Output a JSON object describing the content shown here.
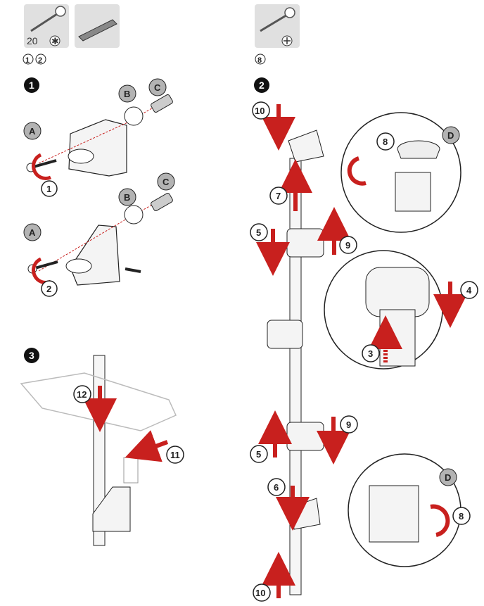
{
  "tools": {
    "left": {
      "count": "20",
      "steps": [
        "1",
        "2"
      ],
      "icons": [
        "screwdriver-torx-icon",
        "spirit-level-icon"
      ]
    },
    "right": {
      "steps": [
        "8"
      ],
      "icons": [
        "screwdriver-phillips-icon"
      ]
    }
  },
  "sections": [
    {
      "number": "1"
    },
    {
      "number": "2"
    },
    {
      "number": "3"
    }
  ],
  "section1": {
    "parts": [
      "A",
      "B",
      "C"
    ],
    "callouts": [
      "1",
      "2"
    ]
  },
  "section2": {
    "detail_label": "D",
    "callouts": [
      "10",
      "8",
      "7",
      "5",
      "9",
      "4",
      "3",
      "9",
      "5",
      "6",
      "8",
      "10"
    ]
  },
  "section3": {
    "callouts": [
      "12",
      "11"
    ]
  },
  "colors": {
    "accent_red": "#c8201e",
    "gray_badge": "#b3b3b3",
    "line": "#222222"
  }
}
